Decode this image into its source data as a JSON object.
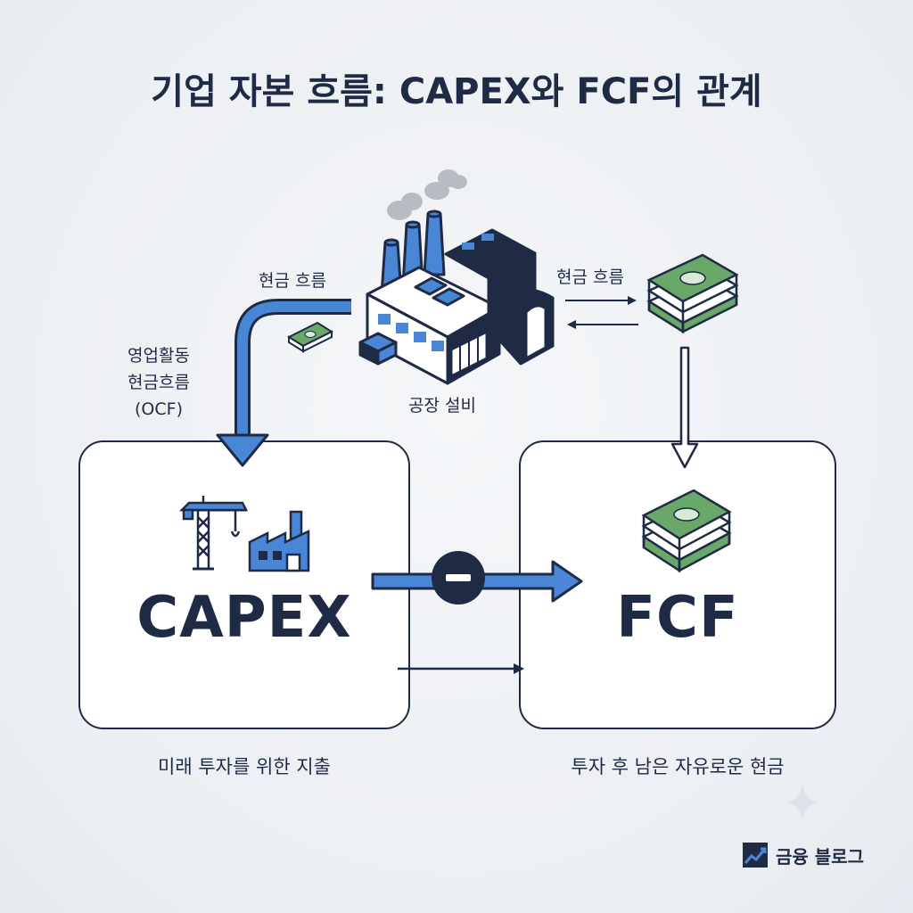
{
  "title": "기업 자본 흐름: CAPEX와 FCF의 관계",
  "labels": {
    "cash_flow_left": "현금 흐름",
    "cash_flow_right": "현금 흐름",
    "ocf_line1": "영업활동",
    "ocf_line2": "현금흐름",
    "ocf_line3": "(OCF)",
    "factory": "공장 설비"
  },
  "boxes": {
    "capex": {
      "word": "CAPEX",
      "caption": "미래 투자를 위한 지출"
    },
    "fcf": {
      "word": "FCF",
      "caption": "투자 후 남은 자유로운 현금"
    }
  },
  "operator": "−",
  "brand": {
    "name": "금융 블로그",
    "icon": "chart-trend-icon"
  },
  "colors": {
    "navy": "#1f2b45",
    "accent_blue": "#4a86d6",
    "money_green": "#6aa86a",
    "smoke": "#b7bcc3"
  },
  "icons": [
    "factory-icon",
    "money-stack-icon",
    "crane-icon",
    "small-factory-icon",
    "minus-icon",
    "sparkle-icon"
  ]
}
